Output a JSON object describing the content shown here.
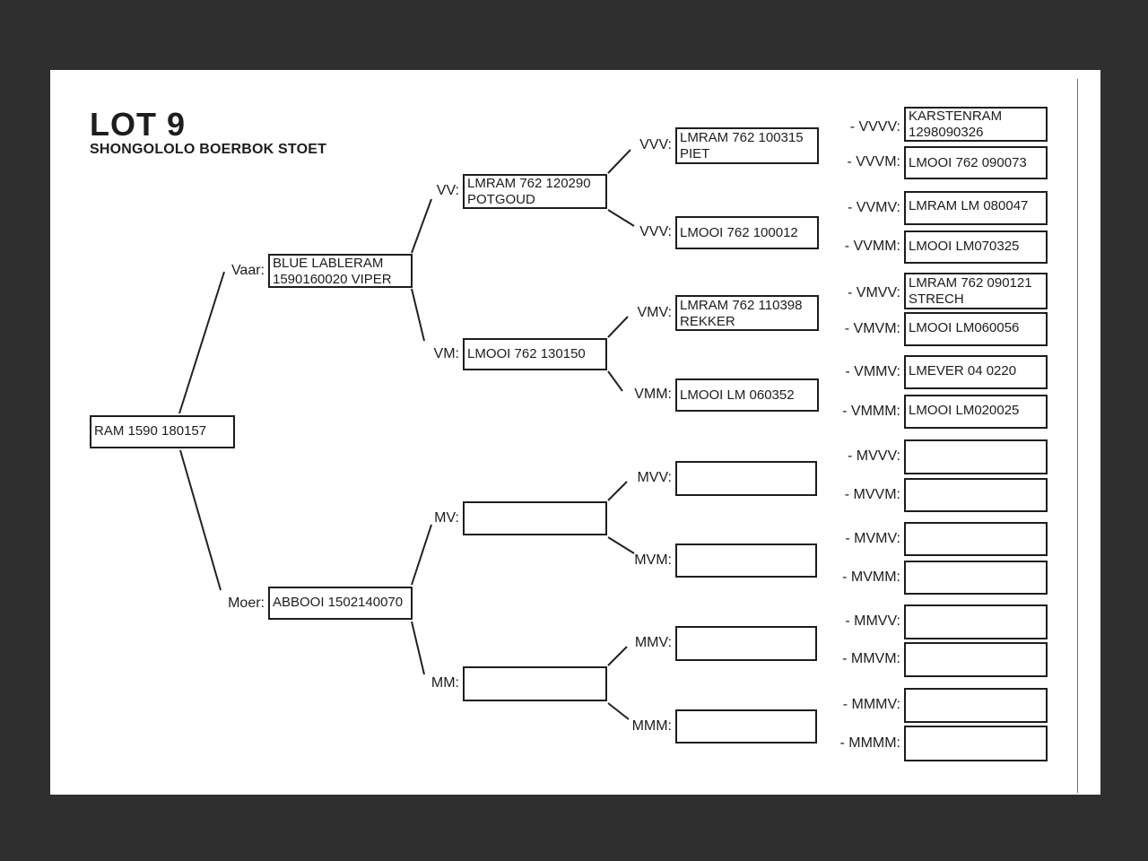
{
  "header": {
    "lot_title": "LOT 9",
    "stud_name": "SHONGOLOLO BOERBOK STOET"
  },
  "pedigree": {
    "subject": {
      "value": "RAM 1590 180157"
    },
    "gen1": [
      {
        "label": "Vaar:",
        "value": "BLUE LABLERAM 1590160020 VIPER"
      },
      {
        "label": "Moer:",
        "value": "ABBOOI 1502140070"
      }
    ],
    "gen2": [
      {
        "label": "VV:",
        "value": "LMRAM 762 120290 POTGOUD"
      },
      {
        "label": "VM:",
        "value": "LMOOI 762 130150"
      },
      {
        "label": "MV:",
        "value": ""
      },
      {
        "label": "MM:",
        "value": ""
      }
    ],
    "gen3": [
      {
        "label": "VVV:",
        "value": "LMRAM 762 100315 PIET"
      },
      {
        "label": "VVV:",
        "value": "LMOOI 762 100012"
      },
      {
        "label": "VMV:",
        "value": "LMRAM 762 110398 REKKER"
      },
      {
        "label": "VMM:",
        "value": "LMOOI LM 060352"
      },
      {
        "label": "MVV:",
        "value": ""
      },
      {
        "label": "MVM:",
        "value": ""
      },
      {
        "label": "MMV:",
        "value": ""
      },
      {
        "label": "MMM:",
        "value": ""
      }
    ],
    "gen4": [
      {
        "label": "- VVVV:",
        "value": "KARSTENRAM 1298090326"
      },
      {
        "label": "- VVVM:",
        "value": "LMOOI 762 090073"
      },
      {
        "label": "- VVMV:",
        "value": "LMRAM LM 080047"
      },
      {
        "label": "- VVMM:",
        "value": "LMOOI LM070325"
      },
      {
        "label": "- VMVV:",
        "value": "LMRAM 762 090121 STRECH"
      },
      {
        "label": "- VMVM:",
        "value": "LMOOI LM060056"
      },
      {
        "label": "- VMMV:",
        "value": "LMEVER 04 0220"
      },
      {
        "label": "- VMMM:",
        "value": "LMOOI LM020025"
      },
      {
        "label": "- MVVV:",
        "value": ""
      },
      {
        "label": "- MVVM:",
        "value": ""
      },
      {
        "label": "- MVMV:",
        "value": ""
      },
      {
        "label": "- MVMM:",
        "value": ""
      },
      {
        "label": "- MMVV:",
        "value": ""
      },
      {
        "label": "- MMVM:",
        "value": ""
      },
      {
        "label": "- MMMV:",
        "value": ""
      },
      {
        "label": "- MMMM:",
        "value": ""
      }
    ]
  }
}
